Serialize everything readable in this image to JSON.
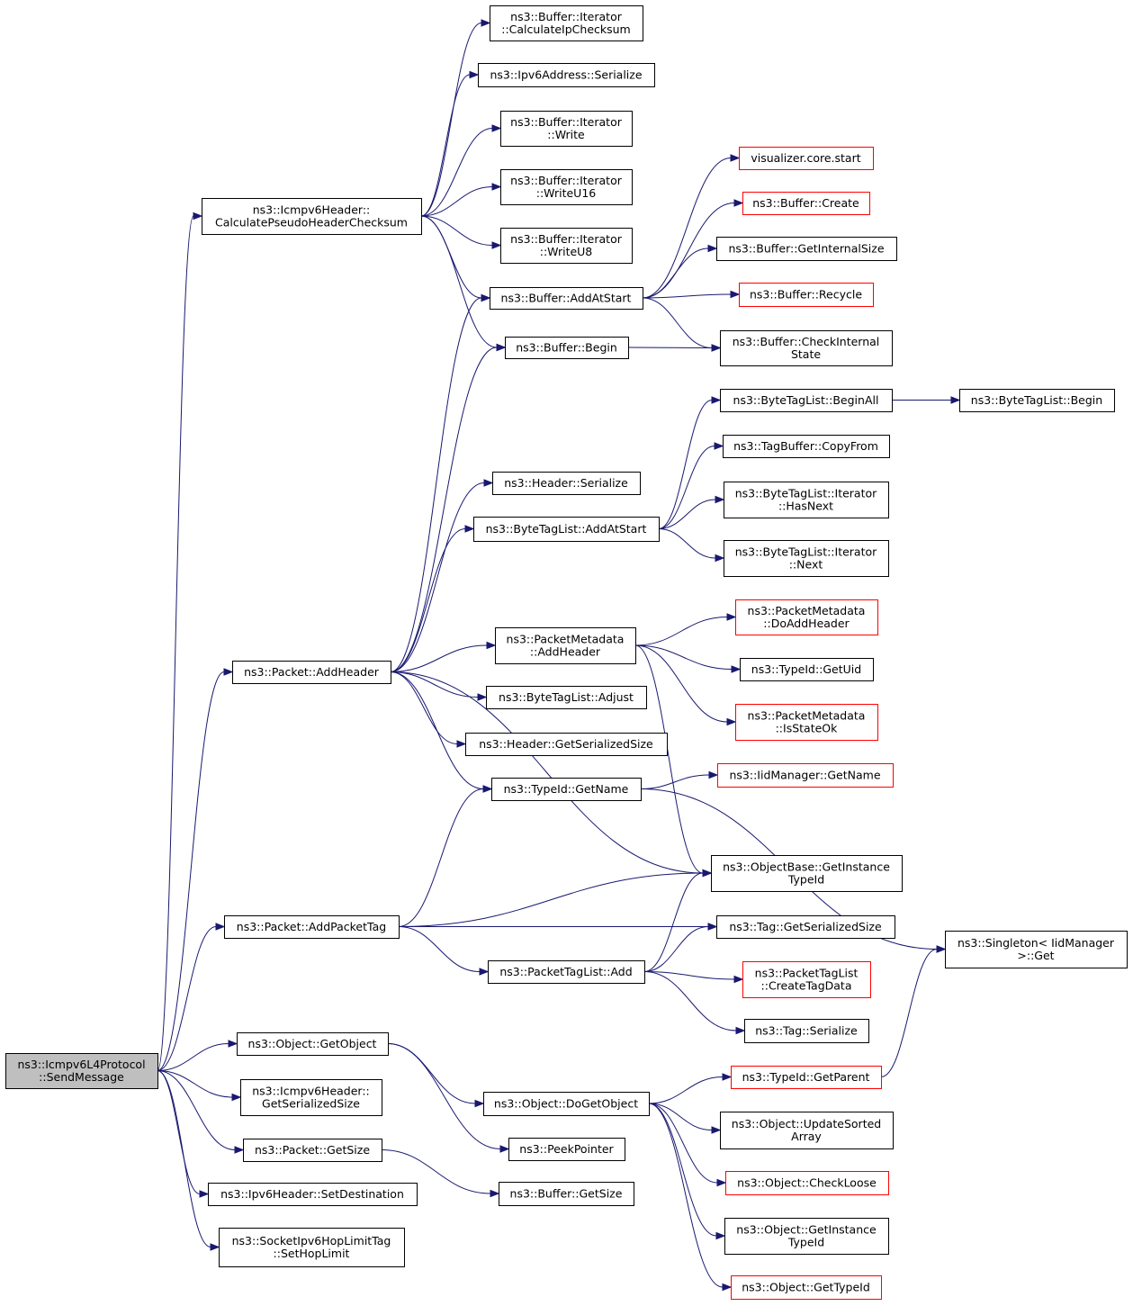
{
  "colors": {
    "edge": "#191970",
    "node_border": "#000000",
    "node_border_incomplete": "#ff0000",
    "root_fill": "#bfbfbf"
  },
  "nodes": [
    {
      "id": "root",
      "lines": [
        "ns3::Icmpv6L4Protocol",
        "::SendMessage"
      ],
      "style": "root"
    },
    {
      "id": "calcpseudo",
      "lines": [
        "ns3::Icmpv6Header::",
        "CalculatePseudoHeaderChecksum"
      ]
    },
    {
      "id": "calcip",
      "lines": [
        "ns3::Buffer::Iterator",
        "::CalculateIpChecksum"
      ]
    },
    {
      "id": "ipv6ser",
      "lines": [
        "ns3::Ipv6Address::Serialize"
      ]
    },
    {
      "id": "write",
      "lines": [
        "ns3::Buffer::Iterator",
        "::Write"
      ]
    },
    {
      "id": "writeu16",
      "lines": [
        "ns3::Buffer::Iterator",
        "::WriteU16"
      ]
    },
    {
      "id": "writeu8",
      "lines": [
        "ns3::Buffer::Iterator",
        "::WriteU8"
      ]
    },
    {
      "id": "addatstart",
      "lines": [
        "ns3::Buffer::AddAtStart"
      ]
    },
    {
      "id": "vizstart",
      "lines": [
        "visualizer.core.start"
      ],
      "style": "red"
    },
    {
      "id": "bufcreate",
      "lines": [
        "ns3::Buffer::Create"
      ],
      "style": "red"
    },
    {
      "id": "getinternal",
      "lines": [
        "ns3::Buffer::GetInternalSize"
      ]
    },
    {
      "id": "recycle",
      "lines": [
        "ns3::Buffer::Recycle"
      ],
      "style": "red"
    },
    {
      "id": "checkstate",
      "lines": [
        "ns3::Buffer::CheckInternal",
        "State"
      ]
    },
    {
      "id": "bufbegin",
      "lines": [
        "ns3::Buffer::Begin"
      ]
    },
    {
      "id": "begall",
      "lines": [
        "ns3::ByteTagList::BeginAll"
      ]
    },
    {
      "id": "btlbegin",
      "lines": [
        "ns3::ByteTagList::Begin"
      ]
    },
    {
      "id": "copyfrom",
      "lines": [
        "ns3::TagBuffer::CopyFrom"
      ]
    },
    {
      "id": "hdrser",
      "lines": [
        "ns3::Header::Serialize"
      ]
    },
    {
      "id": "hasnext",
      "lines": [
        "ns3::ByteTagList::Iterator",
        "::HasNext"
      ]
    },
    {
      "id": "btladd",
      "lines": [
        "ns3::ByteTagList::AddAtStart"
      ]
    },
    {
      "id": "next",
      "lines": [
        "ns3::ByteTagList::Iterator",
        "::Next"
      ]
    },
    {
      "id": "doaddhdr",
      "lines": [
        "ns3::PacketMetadata",
        "::DoAddHeader"
      ],
      "style": "red"
    },
    {
      "id": "pmaddhdr",
      "lines": [
        "ns3::PacketMetadata",
        "::AddHeader"
      ]
    },
    {
      "id": "getuid",
      "lines": [
        "ns3::TypeId::GetUid"
      ]
    },
    {
      "id": "pktaddhdr",
      "lines": [
        "ns3::Packet::AddHeader"
      ]
    },
    {
      "id": "adjust",
      "lines": [
        "ns3::ByteTagList::Adjust"
      ]
    },
    {
      "id": "isstateok",
      "lines": [
        "ns3::PacketMetadata",
        "::IsStateOk"
      ],
      "style": "red"
    },
    {
      "id": "hdrsize",
      "lines": [
        "ns3::Header::GetSerializedSize"
      ]
    },
    {
      "id": "iidname",
      "lines": [
        "ns3::IidManager::GetName"
      ],
      "style": "red"
    },
    {
      "id": "tidname",
      "lines": [
        "ns3::TypeId::GetName"
      ]
    },
    {
      "id": "obinst",
      "lines": [
        "ns3::ObjectBase::GetInstance",
        "TypeId"
      ]
    },
    {
      "id": "pktaddtag",
      "lines": [
        "ns3::Packet::AddPacketTag"
      ]
    },
    {
      "id": "tagsize",
      "lines": [
        "ns3::Tag::GetSerializedSize"
      ]
    },
    {
      "id": "singleton",
      "lines": [
        "ns3::Singleton< IidManager",
        ">::Get"
      ]
    },
    {
      "id": "ptladd",
      "lines": [
        "ns3::PacketTagList::Add"
      ]
    },
    {
      "id": "createtag",
      "lines": [
        "ns3::PacketTagList",
        "::CreateTagData"
      ],
      "style": "red"
    },
    {
      "id": "tagser",
      "lines": [
        "ns3::Tag::Serialize"
      ]
    },
    {
      "id": "getobject",
      "lines": [
        "ns3::Object::GetObject"
      ]
    },
    {
      "id": "getparent",
      "lines": [
        "ns3::TypeId::GetParent"
      ],
      "style": "red"
    },
    {
      "id": "icmpsize",
      "lines": [
        "ns3::Icmpv6Header::",
        "GetSerializedSize"
      ]
    },
    {
      "id": "dogetobj",
      "lines": [
        "ns3::Object::DoGetObject"
      ]
    },
    {
      "id": "updsorted",
      "lines": [
        "ns3::Object::UpdateSorted",
        "Array"
      ]
    },
    {
      "id": "pktgetsize",
      "lines": [
        "ns3::Packet::GetSize"
      ]
    },
    {
      "id": "peekptr",
      "lines": [
        "ns3::PeekPointer"
      ]
    },
    {
      "id": "checkloose",
      "lines": [
        "ns3::Object::CheckLoose"
      ],
      "style": "red"
    },
    {
      "id": "setdest",
      "lines": [
        "ns3::Ipv6Header::SetDestination"
      ]
    },
    {
      "id": "bufgetsize",
      "lines": [
        "ns3::Buffer::GetSize"
      ]
    },
    {
      "id": "objinst",
      "lines": [
        "ns3::Object::GetInstance",
        "TypeId"
      ]
    },
    {
      "id": "sethop",
      "lines": [
        "ns3::SocketIpv6HopLimitTag",
        "::SetHopLimit"
      ]
    },
    {
      "id": "gettypeid",
      "lines": [
        "ns3::Object::GetTypeId"
      ],
      "style": "red"
    }
  ],
  "edges": [
    [
      "root",
      "calcpseudo"
    ],
    [
      "root",
      "pktaddhdr"
    ],
    [
      "root",
      "pktaddtag"
    ],
    [
      "root",
      "getobject"
    ],
    [
      "root",
      "icmpsize"
    ],
    [
      "root",
      "pktgetsize"
    ],
    [
      "root",
      "setdest"
    ],
    [
      "root",
      "sethop"
    ],
    [
      "calcpseudo",
      "calcip"
    ],
    [
      "calcpseudo",
      "ipv6ser"
    ],
    [
      "calcpseudo",
      "write"
    ],
    [
      "calcpseudo",
      "writeu16"
    ],
    [
      "calcpseudo",
      "writeu8"
    ],
    [
      "calcpseudo",
      "addatstart"
    ],
    [
      "calcpseudo",
      "bufbegin"
    ],
    [
      "addatstart",
      "vizstart"
    ],
    [
      "addatstart",
      "bufcreate"
    ],
    [
      "addatstart",
      "getinternal"
    ],
    [
      "addatstart",
      "recycle"
    ],
    [
      "addatstart",
      "checkstate"
    ],
    [
      "bufbegin",
      "checkstate"
    ],
    [
      "pktaddhdr",
      "addatstart"
    ],
    [
      "pktaddhdr",
      "bufbegin"
    ],
    [
      "pktaddhdr",
      "hdrser"
    ],
    [
      "pktaddhdr",
      "btladd"
    ],
    [
      "pktaddhdr",
      "pmaddhdr"
    ],
    [
      "pktaddhdr",
      "adjust"
    ],
    [
      "pktaddhdr",
      "hdrsize"
    ],
    [
      "pktaddhdr",
      "tidname"
    ],
    [
      "pktaddhdr",
      "obinst"
    ],
    [
      "btladd",
      "begall"
    ],
    [
      "btladd",
      "copyfrom"
    ],
    [
      "btladd",
      "hasnext"
    ],
    [
      "btladd",
      "next"
    ],
    [
      "begall",
      "btlbegin"
    ],
    [
      "pmaddhdr",
      "doaddhdr"
    ],
    [
      "pmaddhdr",
      "getuid"
    ],
    [
      "pmaddhdr",
      "isstateok"
    ],
    [
      "pmaddhdr",
      "obinst"
    ],
    [
      "tidname",
      "iidname"
    ],
    [
      "tidname",
      "singleton"
    ],
    [
      "pktaddtag",
      "tidname"
    ],
    [
      "pktaddtag",
      "obinst"
    ],
    [
      "pktaddtag",
      "tagsize"
    ],
    [
      "pktaddtag",
      "ptladd"
    ],
    [
      "ptladd",
      "obinst"
    ],
    [
      "ptladd",
      "tagsize"
    ],
    [
      "ptladd",
      "createtag"
    ],
    [
      "ptladd",
      "tagser"
    ],
    [
      "getobject",
      "dogetobj"
    ],
    [
      "getobject",
      "peekptr"
    ],
    [
      "dogetobj",
      "getparent"
    ],
    [
      "dogetobj",
      "updsorted"
    ],
    [
      "dogetobj",
      "checkloose"
    ],
    [
      "dogetobj",
      "objinst"
    ],
    [
      "dogetobj",
      "gettypeid"
    ],
    [
      "getparent",
      "singleton"
    ],
    [
      "pktgetsize",
      "bufgetsize"
    ]
  ]
}
